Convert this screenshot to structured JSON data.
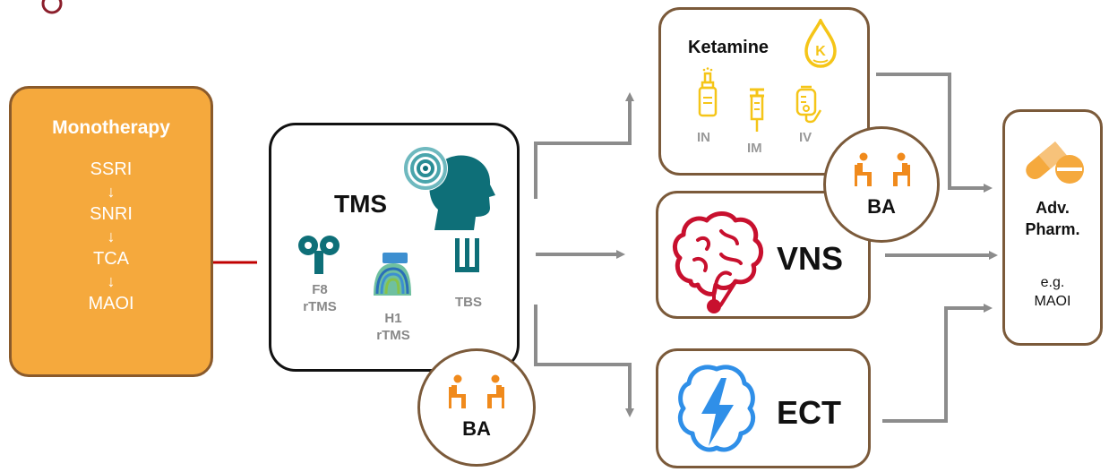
{
  "colors": {
    "mono_fill": "#f5a93d",
    "accent_orange": "#f08a1c",
    "ketamine_yellow": "#f5c518",
    "vns_red": "#c8102e",
    "ect_blue": "#2f8fe8",
    "tms_teal": "#0e6f78",
    "arrow_grey": "#8c8c8c",
    "arrow_red": "#c00000",
    "box_border": "#7b5a3a"
  },
  "monotherapy": {
    "title": "Monotherapy",
    "steps": [
      "SSRI",
      "SNRI",
      "TCA",
      "MAOI"
    ],
    "arrow": "↓"
  },
  "tms": {
    "title": "TMS",
    "icon": "head-signal-icon",
    "variants": [
      {
        "line1": "F8",
        "line2": "rTMS",
        "icon": "figure8-coil-icon"
      },
      {
        "line1": "H1",
        "line2": "rTMS",
        "icon": "h-coil-icon"
      },
      {
        "line1": "TBS",
        "line2": "",
        "icon": "theta-burst-icon"
      }
    ]
  },
  "ketamine": {
    "title": "Ketamine",
    "icon": "ketamine-drop-icon",
    "routes": [
      {
        "label": "IN",
        "icon": "nasal-spray-icon"
      },
      {
        "label": "IM",
        "icon": "syringe-icon"
      },
      {
        "label": "IV",
        "icon": "iv-bag-icon"
      }
    ]
  },
  "vns": {
    "title": "VNS",
    "icon": "brain-stimulator-icon"
  },
  "ect": {
    "title": "ECT",
    "icon": "brain-lightning-icon"
  },
  "ba": {
    "label": "BA",
    "icon": "two-people-seated-icon"
  },
  "adv_pharm": {
    "line1": "Adv.",
    "line2": "Pharm.",
    "example1": "e.g.",
    "example2": "MAOI",
    "icon": "pill-capsule-icon"
  }
}
